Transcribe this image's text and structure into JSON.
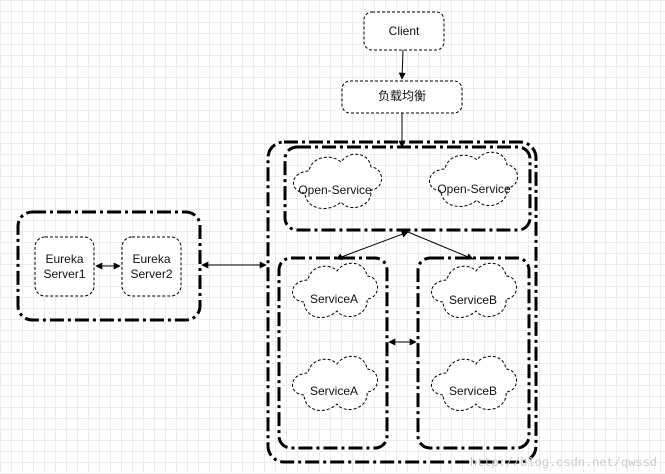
{
  "nodes": {
    "client": "Client",
    "load_balancer": "负载均衡",
    "open_service_1": "Open-Service",
    "open_service_2": "Open-Service",
    "eureka_server_1": "Eureka\nServer1",
    "eureka_server_2": "Eureka\nServer2",
    "service_a_top": "ServiceA",
    "service_a_bottom": "ServiceA",
    "service_b_top": "ServiceB",
    "service_b_bottom": "ServiceB"
  },
  "watermark": "http://blog.csdn.net/qwssd",
  "colors": {
    "stroke": "#000000",
    "background": "#ffffff",
    "grid": "#ececec",
    "watermark": "#c8c8c8"
  }
}
